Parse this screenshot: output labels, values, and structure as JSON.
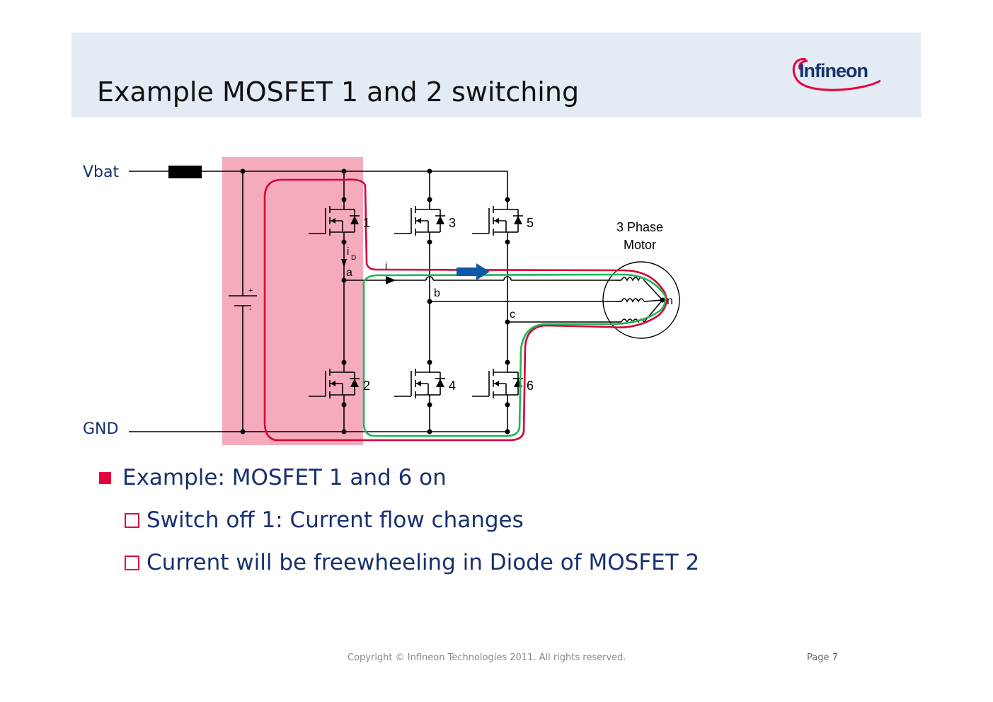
{
  "header": {
    "title": "Example MOSFET 1 and 2 switching",
    "logo_text": "Infineon",
    "background_color": "#e3ebf4"
  },
  "diagram": {
    "rail_labels": {
      "top": "Vbat",
      "bottom": "GND"
    },
    "mosfets": [
      "1",
      "2",
      "3",
      "4",
      "5",
      "6"
    ],
    "nodes": {
      "a": "a",
      "b": "b",
      "c": "c",
      "n": "n"
    },
    "currents": {
      "drain": "i",
      "drain_sub": "D",
      "phase": "i"
    },
    "motor_label": [
      "3 Phase",
      "Motor"
    ],
    "capacitor_signs": [
      "+",
      "-"
    ],
    "colors": {
      "highlight": "#f4a6b8",
      "path_red": "#d8003a",
      "path_green": "#20b556",
      "arrow_blue": "#0c5aa6"
    }
  },
  "bullets": {
    "main": "Example: MOSFET 1 and 6 on",
    "sub": [
      "Switch off 1: Current flow changes",
      "Current will be freewheeling in Diode of MOSFET 2"
    ],
    "bullet_color": "#e5003b",
    "text_color": "#17306e"
  },
  "footer": {
    "copyright": "Copyright © Infineon Technologies 2011. All rights reserved.",
    "page": "Page 7"
  }
}
